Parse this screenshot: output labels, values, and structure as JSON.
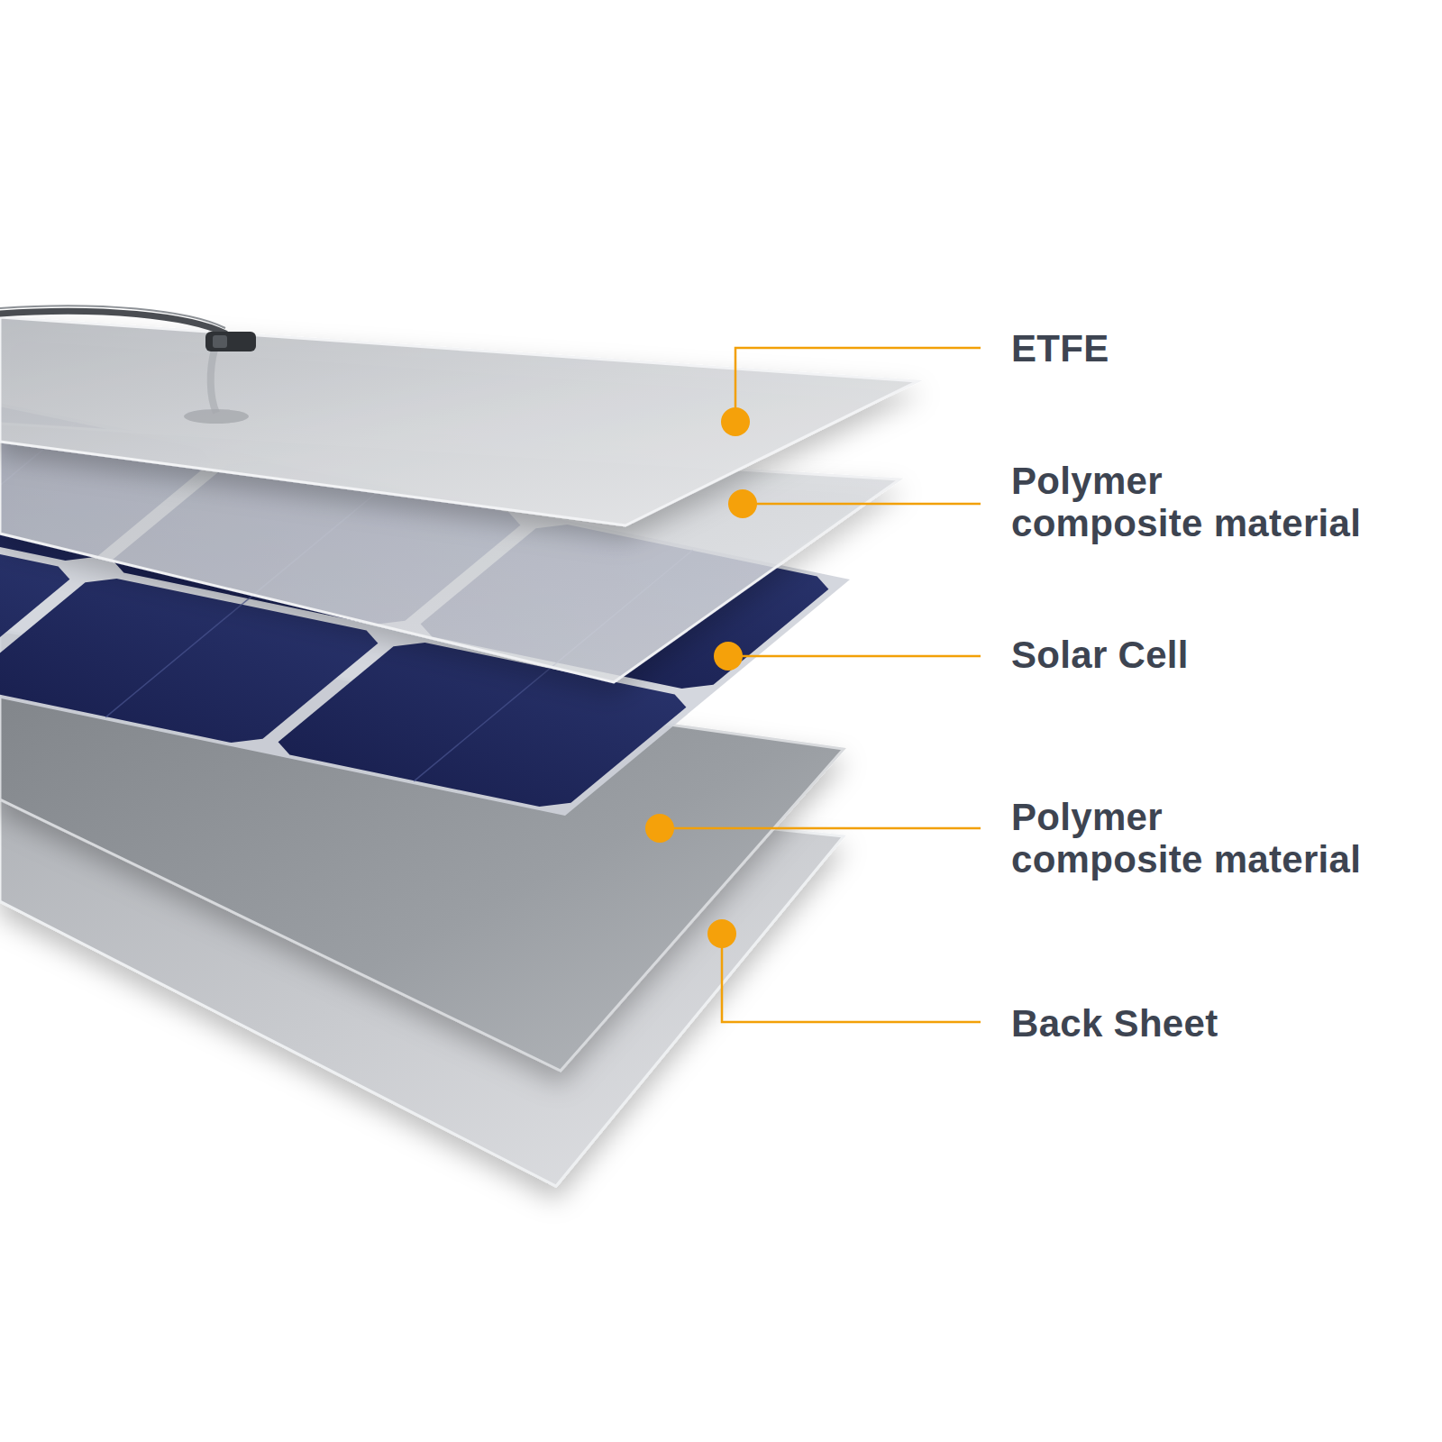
{
  "diagram": {
    "labels": [
      "ETFE",
      "Polymer composite material",
      "Solar Cell",
      "Polymer composite material",
      "Back Sheet"
    ]
  }
}
